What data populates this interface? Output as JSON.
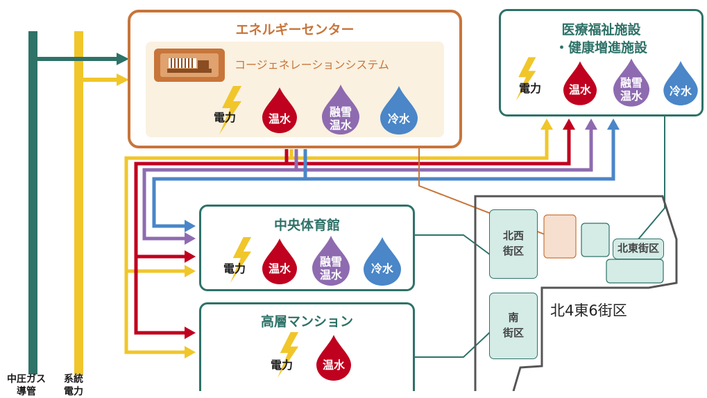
{
  "energy_center": {
    "title": "エネルギーセンター",
    "cogen": "コージェネレーションシステム",
    "power": "電力",
    "hot_water": "温水",
    "snow_melt": "融雪\n温水",
    "cold_water": "冷水"
  },
  "medical": {
    "title_line1": "医療福祉施設",
    "title_line2": "・健康増進施設",
    "power": "電力",
    "hot_water": "温水",
    "snow_melt": "融雪\n温水",
    "cold_water": "冷水"
  },
  "gym": {
    "title": "中央体育館",
    "power": "電力",
    "hot_water": "温水",
    "snow_melt": "融雪\n温水",
    "cold_water": "冷水"
  },
  "mansion": {
    "title": "高層マンション",
    "power": "電力",
    "hot_water": "温水"
  },
  "map": {
    "caption": "北4東6街区",
    "northwest": "北西\n街区",
    "northeast": "北東街区",
    "south": "南\n街区"
  },
  "supply_lines": {
    "gas_label": "中圧ガス\n導管",
    "grid_label": "系統\n電力"
  },
  "colors": {
    "gas_green": "#2e7268",
    "power_yellow": "#f0c62a",
    "hot_red": "#c0001f",
    "melt_purple": "#8e6bb0",
    "cold_blue": "#4a86c8",
    "center_orange": "#c8753a",
    "center_fill": "#faf1e0"
  }
}
